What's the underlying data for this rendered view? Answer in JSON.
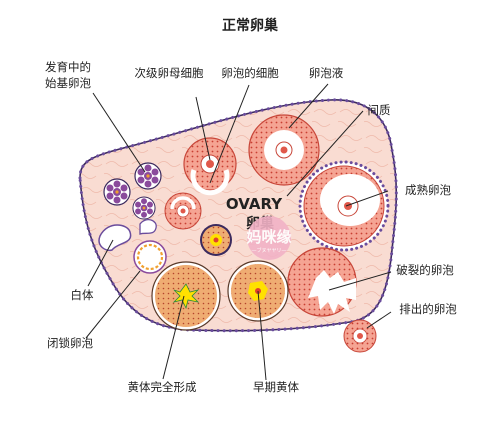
{
  "title": "正常卵巢",
  "center_label_en": "OVARY",
  "center_label_cn": "卵巢",
  "watermark": {
    "text": "妈咪缘",
    "sub": "—ブヌヤヤリ—"
  },
  "labels": {
    "primordial_line1": "发育中的",
    "primordial_line2": "始基卵泡",
    "secondary": "次级卵母细胞",
    "follicle_cell": "卵泡的细胞",
    "follicular_fluid": "卵泡液",
    "stroma": "间质",
    "mature": "成熟卵泡",
    "ruptured": "破裂的卵泡",
    "ovulated": "排出的卵泡",
    "albicans": "白体",
    "atretic": "闭锁卵泡",
    "corpus_luteum": "黄体完全形成",
    "early_luteum": "早期黄体"
  },
  "colors": {
    "ovary_fill": "#f9dcd2",
    "ovary_outline": "#3b2a5e",
    "follicle_fill": "#f3a08f",
    "yolk": "#ffe100",
    "luteum_fill": "#efac72",
    "watermark_pink": "#f2b2c6"
  }
}
